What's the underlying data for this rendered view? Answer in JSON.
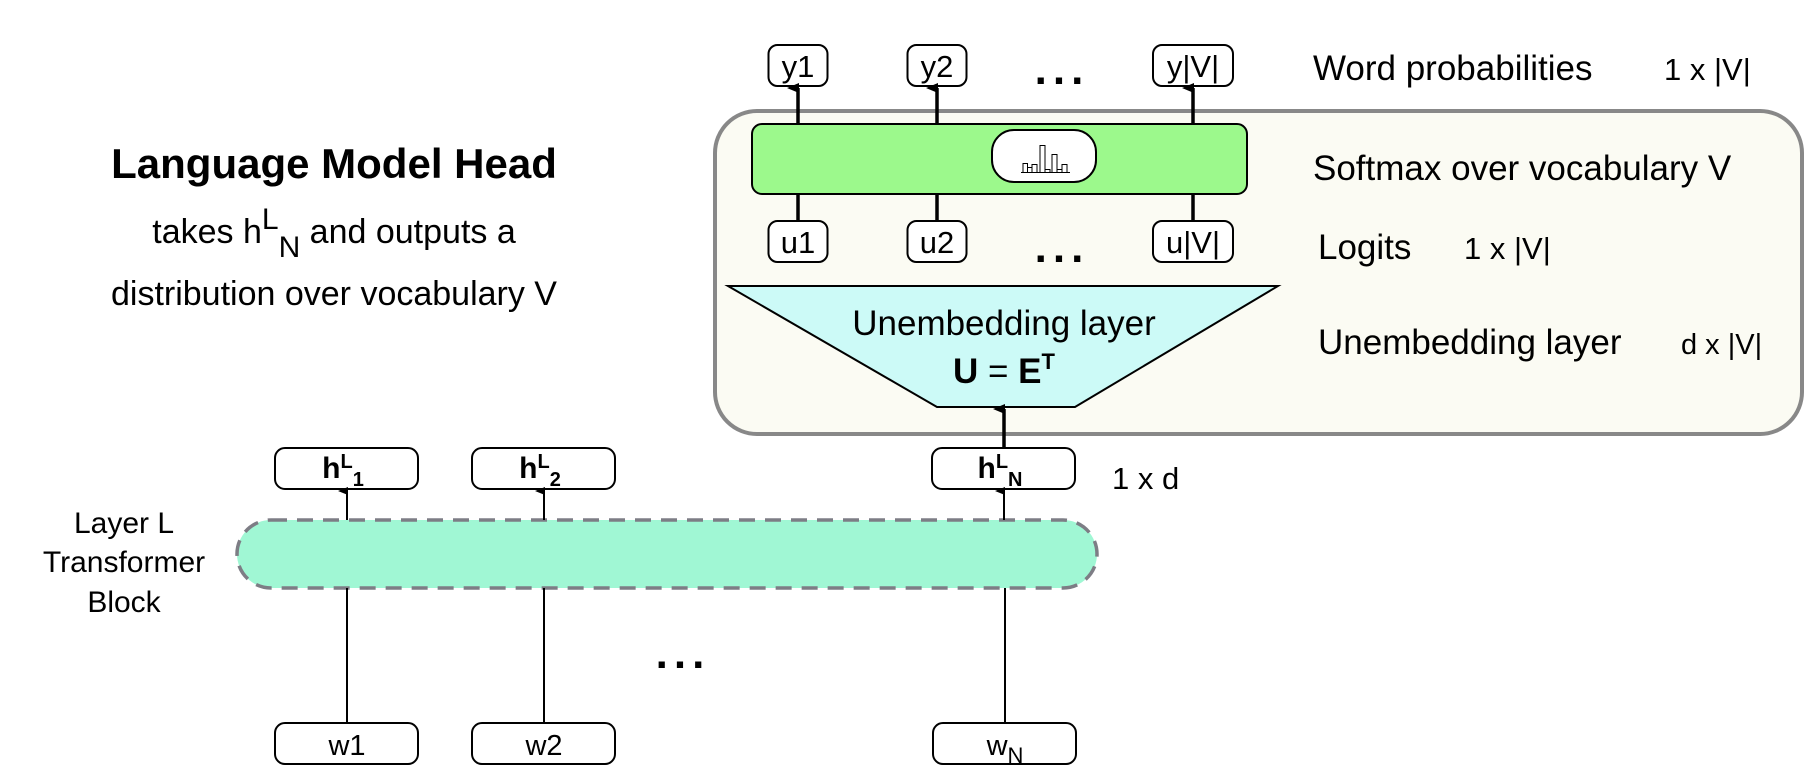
{
  "title": {
    "heading": "Language Model Head",
    "line1_prefix": "takes h",
    "line1_sup": "L",
    "line1_sub": "N",
    "line1_suffix": " and outputs a",
    "line2": "distribution over vocabulary V"
  },
  "colors": {
    "head_box_fill": "#fbfbf3",
    "head_box_stroke": "#888888",
    "softmax_fill": "#9cf98c",
    "unembedding_fill": "#ccfaf7",
    "transformer_fill": "#a0f7d4",
    "transformer_stroke": "#7d7d85"
  },
  "head": {
    "outputs": [
      {
        "base": "y",
        "index": "1"
      },
      {
        "base": "y",
        "index": "2"
      },
      {
        "base": "y",
        "index": "|V|"
      }
    ],
    "output_ellipsis": "...",
    "logits": [
      {
        "base": "u",
        "index": "1"
      },
      {
        "base": "u",
        "index": "2"
      },
      {
        "base": "u",
        "index": "|V|"
      }
    ],
    "logits_ellipsis": "...",
    "softmax_icon": "histogram-icon",
    "unembedding_title": "Unembedding layer",
    "unembedding_formula_lhs": "U",
    "unembedding_formula_eq": " = ",
    "unembedding_formula_rhs": "E",
    "unembedding_formula_sup": "T"
  },
  "right_labels": {
    "word_probs": "Word probabilities",
    "word_probs_dim": "1 x |V|",
    "softmax": "Softmax over vocabulary V",
    "logits": "Logits",
    "logits_dim": "1 x |V|",
    "unembedding": "Unembedding layer",
    "unembedding_dim": "d x |V|"
  },
  "hidden": {
    "states": [
      {
        "base": "h",
        "sup": "L",
        "sub": "1"
      },
      {
        "base": "h",
        "sup": "L",
        "sub": "2"
      },
      {
        "base": "h",
        "sup": "L",
        "sub": "N"
      }
    ],
    "last_dim": "1 x d"
  },
  "transformer": {
    "label_lines": [
      "Layer L",
      "Transformer",
      "Block"
    ]
  },
  "inputs": {
    "tokens": [
      {
        "base": "w",
        "sub": "1",
        "subscript": false
      },
      {
        "base": "w",
        "sub": "2",
        "subscript": false
      },
      {
        "base": "w",
        "sub": "N",
        "subscript": true
      }
    ],
    "ellipsis": "..."
  }
}
